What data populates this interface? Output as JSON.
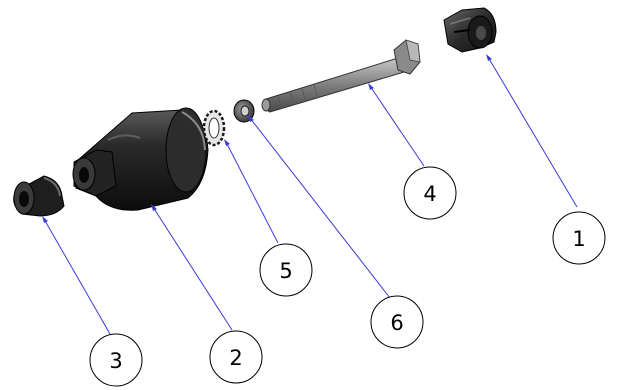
{
  "colors": {
    "leader_line": "#3b3bd6",
    "part_dark": "#1a1a1a",
    "part_mid": "#3a3a3a",
    "part_light": "#7a7a7a",
    "bolt_metal": "#8c8c8c"
  },
  "balloons": [
    {
      "id": "1",
      "label": "1",
      "part": "clamp-collar"
    },
    {
      "id": "2",
      "label": "2",
      "part": "roller-housing"
    },
    {
      "id": "3",
      "label": "3",
      "part": "bushing"
    },
    {
      "id": "4",
      "label": "4",
      "part": "hex-bolt"
    },
    {
      "id": "5",
      "label": "5",
      "part": "lock-washer"
    },
    {
      "id": "6",
      "label": "6",
      "part": "flat-washer"
    }
  ]
}
